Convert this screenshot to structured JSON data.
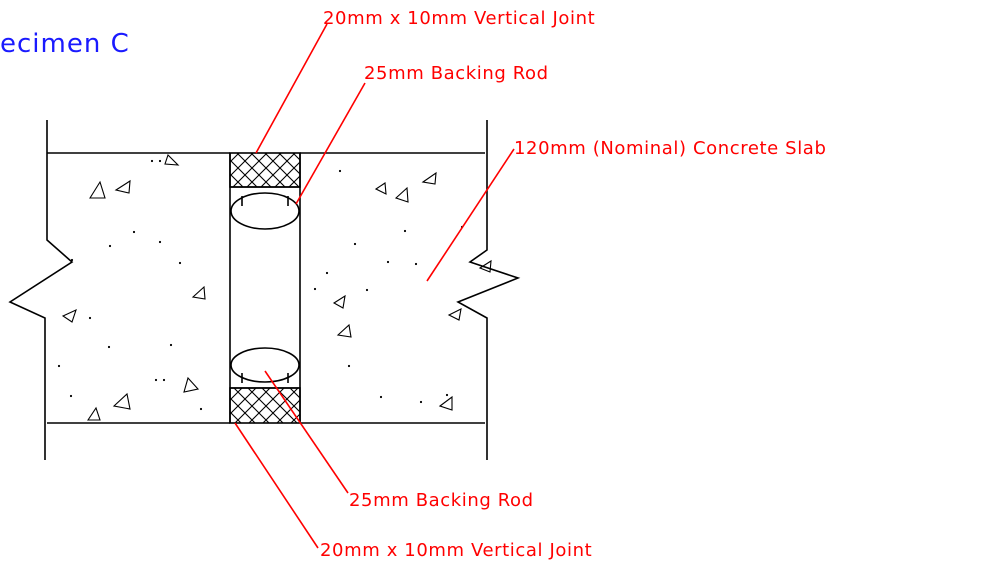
{
  "title": "ecimen  C",
  "labels": {
    "vertical_joint_top": "20mm  x  10mm  Vertical  Joint",
    "backing_rod_top": "25mm  Backing  Rod",
    "concrete_slab": "120mm  (Nominal)  Concrete  Slab",
    "backing_rod_bottom": "25mm  Backing  Rod",
    "vertical_joint_bottom": "20mm  x  10mm  Vertical  Joint"
  },
  "colors": {
    "title": "#1a1aff",
    "annotation": "#ff0000",
    "linework": "#000000"
  }
}
